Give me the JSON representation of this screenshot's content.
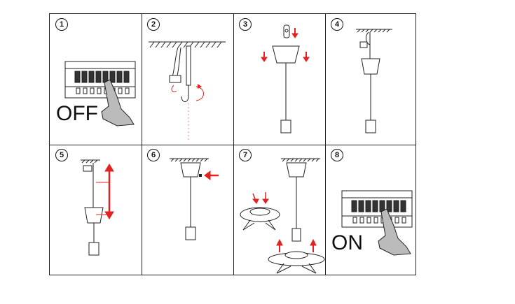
{
  "header_text": "· · · · · ·",
  "panels": [
    {
      "num": "1",
      "label": "OFF"
    },
    {
      "num": "2"
    },
    {
      "num": "3"
    },
    {
      "num": "4"
    },
    {
      "num": "5"
    },
    {
      "num": "6"
    },
    {
      "num": "7"
    },
    {
      "num": "8",
      "label": "ON"
    }
  ],
  "colors": {
    "arrow": "#e02222",
    "line": "#222222"
  }
}
